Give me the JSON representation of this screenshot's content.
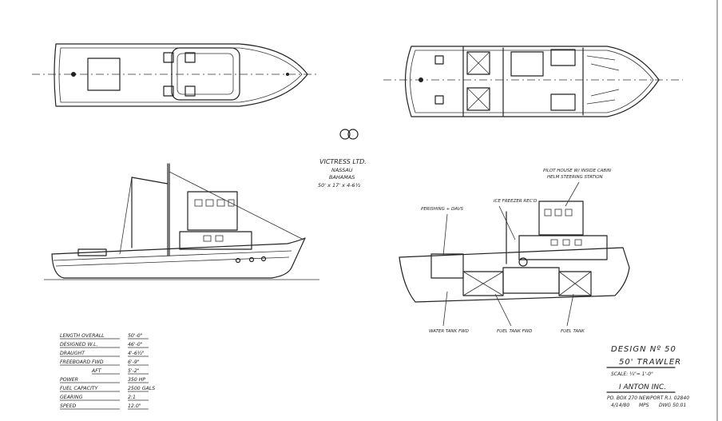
{
  "client": {
    "name": "VICTRESS LTD.",
    "city": "NASSAU",
    "country": "BAHAMAS",
    "dimensions": "50' x 17' x 4-6½"
  },
  "callouts": {
    "pilot_house": "PILOT HOUSE W/ INSIDE CABIN",
    "steering": "HELM STEERING STATION",
    "freezer": "ICE FREEZER REC'D",
    "machinery": "PERISHING + DAVS",
    "water_tank": "WATER TANK FWD",
    "fuel_tank_fwd": "FUEL TANK FWD",
    "fuel_tank": "FUEL TANK"
  },
  "specs": [
    {
      "label": "LENGTH OVERALL",
      "value": "50'-0\""
    },
    {
      "label": "DESIGNED W.L.",
      "value": "46'-0\""
    },
    {
      "label": "DRAUGHT",
      "value": "4'-6½\""
    },
    {
      "label": "FREEBOARD FWD",
      "value": "6'-9\""
    },
    {
      "label": "AFT",
      "value": "5'-2\""
    },
    {
      "label": "POWER",
      "value": "350 HP"
    },
    {
      "label": "FUEL CAPACITY",
      "value": "2500 GALS"
    },
    {
      "label": "GEARING",
      "value": "2:1"
    },
    {
      "label": "SPEED",
      "value": "12.0\""
    }
  ],
  "title_block": {
    "design": "DESIGN Nº 50",
    "name": "50' TRAWLER",
    "scale": "SCALE: ¼\"= 1'-0\"",
    "firm": "I ANTON INC.",
    "address": "PO. BOX 270 NEWPORT R.I. 02840",
    "date": "4/14/80",
    "drawn": "MPS",
    "drawing_no": "DWG 50.01"
  }
}
